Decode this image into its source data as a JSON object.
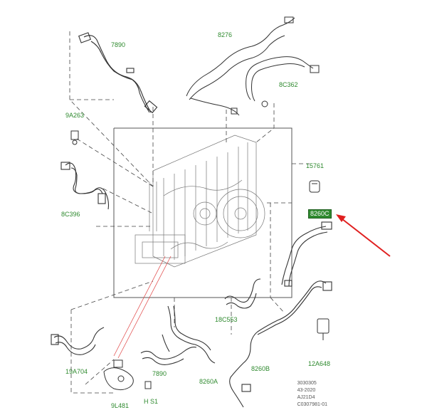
{
  "labels": {
    "l7890_top": "7890",
    "l8276": "8276",
    "l8C362": "8C362",
    "l9A263": "9A263",
    "l15761": "15761",
    "l8C396": "8C396",
    "l8260C": "8260C",
    "l18C553": "18C553",
    "l12A648": "12A648",
    "l19A704": "19A704",
    "l7890_bot": "7890",
    "l8260A": "8260A",
    "l8260B": "8260B",
    "l9L481": "9L481",
    "lHS1": "H S1"
  },
  "reference": {
    "line1": "3030305",
    "line2": "43-2020",
    "line3": "AJ21D4",
    "line4": "C0307981-01"
  },
  "colors": {
    "label_green": "#2f8a2f",
    "line": "#333333",
    "arrow": "#e02020",
    "leader": "#e04040"
  }
}
